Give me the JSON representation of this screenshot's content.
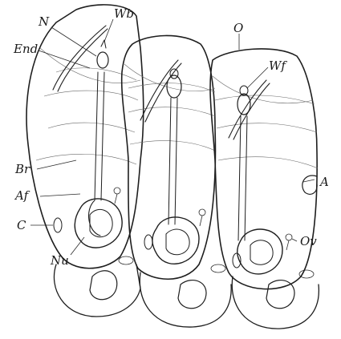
{
  "labels": {
    "N": "N",
    "Wb": "Wb",
    "O": "O",
    "End": "End",
    "Wf": "Wf",
    "Br": "Br",
    "Af": "Af",
    "A": "A",
    "C": "C",
    "Nu": "Nu",
    "Ov": "Ov"
  }
}
